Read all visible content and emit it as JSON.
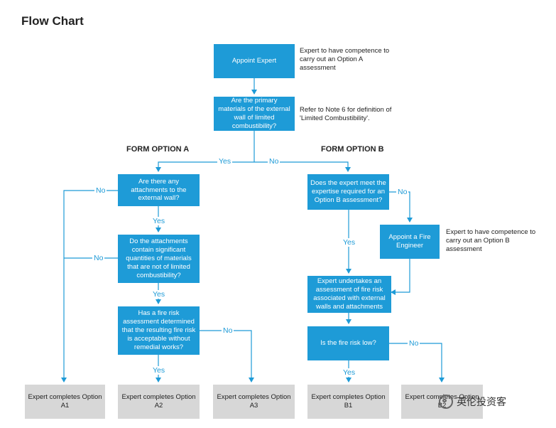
{
  "title": "Flow Chart",
  "headings": {
    "option_a": "FORM OPTION A",
    "option_b": "FORM OPTION B"
  },
  "nodes": {
    "appoint_expert": "Appoint Expert",
    "primary_materials": "Are the primary materials of the external wall of limited combustibility?",
    "attachments": "Are there any attachments to the external wall?",
    "significant_materials": "Do the attachments contain significant quantities of materials that are not of limited combustibility?",
    "fire_risk_assessment": "Has a fire risk assessment determined that the resulting fire risk is acceptable without remedial works?",
    "expertise_required": "Does the expert meet the expertise required for an Option B assessment?",
    "appoint_fire_engineer": "Appoint a Fire Engineer",
    "undertakes_assessment": "Expert undertakes an assessment of fire risk associated with external walls and attachments",
    "fire_risk_low": "Is the fire risk low?",
    "outcome_a1": "Expert completes Option A1",
    "outcome_a2": "Expert completes Option A2",
    "outcome_a3": "Expert completes Option A3",
    "outcome_b1": "Expert completes Option B1",
    "outcome_b2": "Expert completes Option B2"
  },
  "notes": {
    "competence_a": "Expert to have competence to carry out an Option A assessment",
    "note6": "Refer to Note 6 for definition of 'Limited Combustibility'.",
    "competence_b": "Expert to have competence to carry out an Option B assessment"
  },
  "labels": {
    "top_yes": "Yes",
    "top_no": "No",
    "attach_no": "No",
    "attach_yes": "Yes",
    "signif_no": "No",
    "signif_yes": "Yes",
    "frisk_no": "No",
    "frisk_yes": "Yes",
    "expertise_no": "No",
    "expertise_yes": "Yes",
    "low_no": "No",
    "low_yes": "Yes"
  },
  "watermark": "英伦投资客",
  "colors": {
    "box_blue": "#1e9bd7",
    "box_grey": "#d7d7d7",
    "line_blue": "#1e9bd7"
  }
}
